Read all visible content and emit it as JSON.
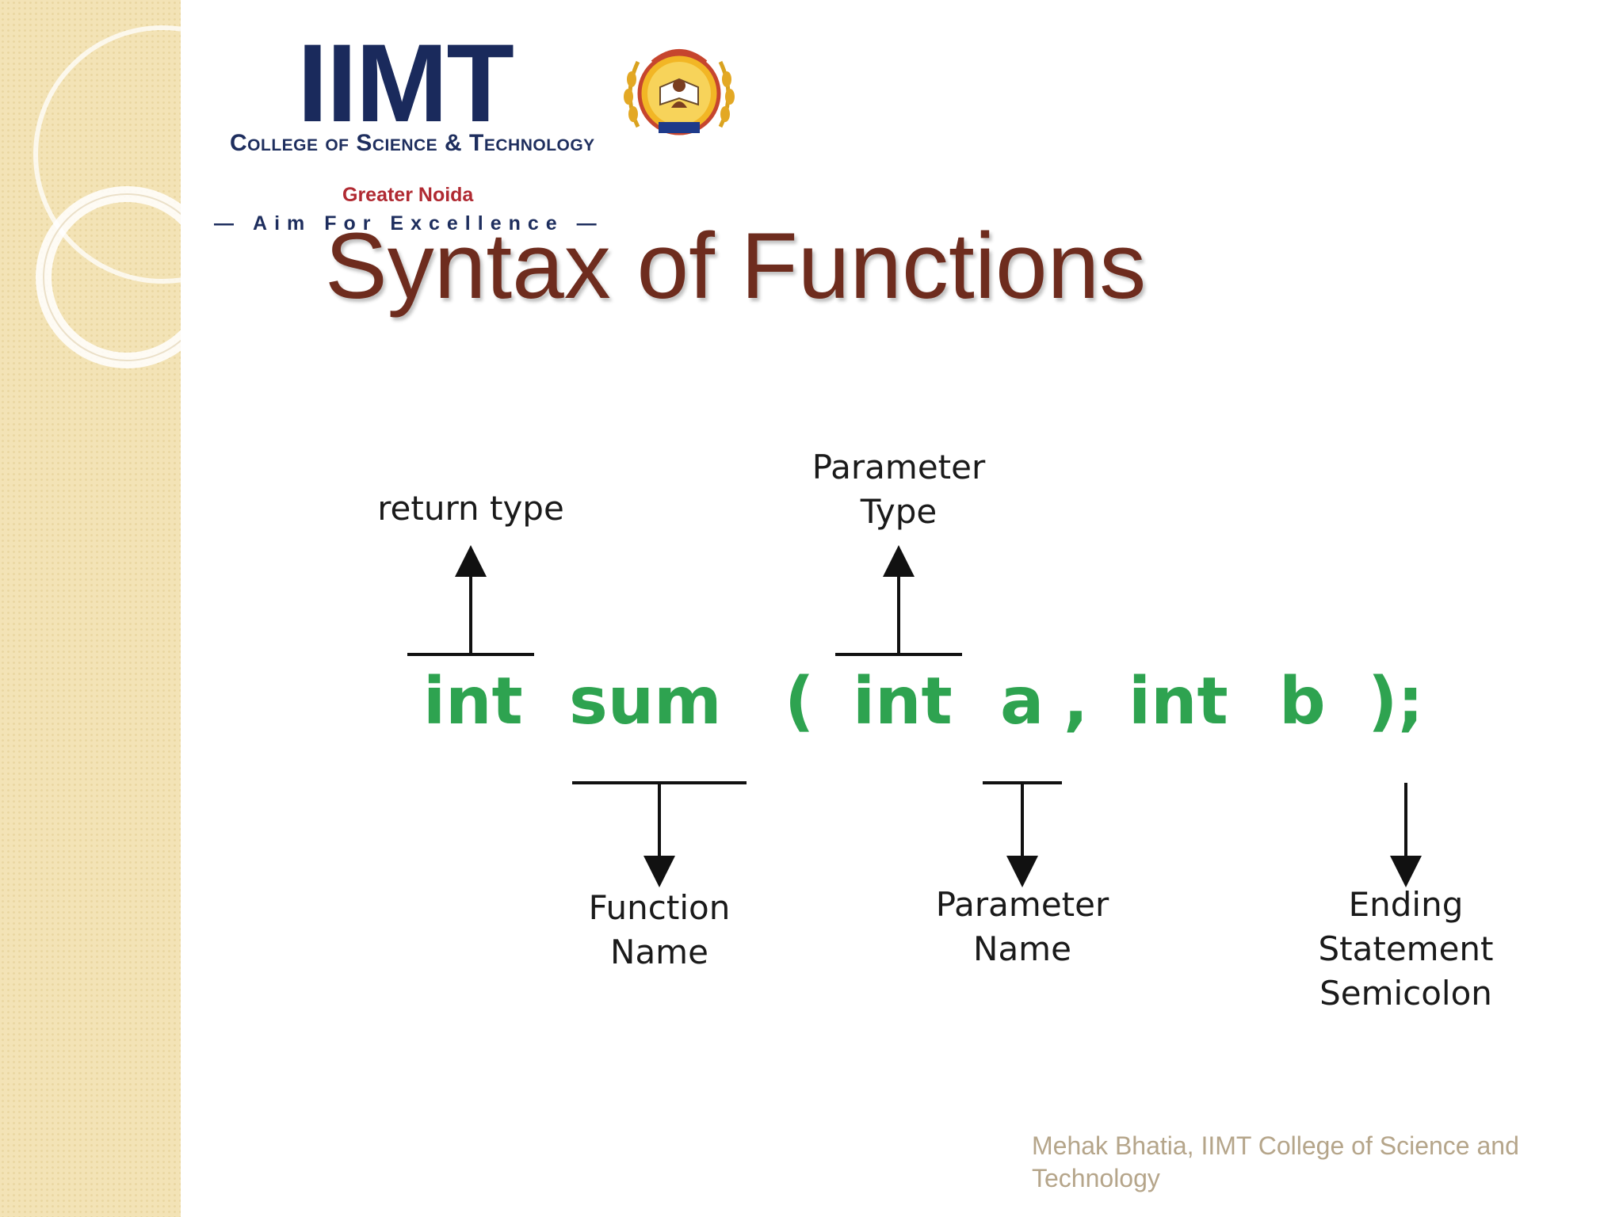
{
  "slide": {
    "title": "Syntax of Functions",
    "footer": "Mehak Bhatia, IIMT College of Science and Technology"
  },
  "logo": {
    "name": "IIMT",
    "college": "College of Science & Technology",
    "city": "Greater Noida",
    "tagline": "— Aim For Excellence —"
  },
  "diagram": {
    "code_tokens": [
      "int",
      "sum",
      "(",
      "int",
      "a",
      ",",
      "int",
      "b",
      ");"
    ],
    "labels": {
      "return_type": "return type",
      "parameter_type": "Parameter\nType",
      "function_name": "Function\nName",
      "parameter_name": "Parameter\nName",
      "ending_statement": "Ending\nStatement\nSemicolon"
    }
  },
  "colors": {
    "title": "#6e2c1e",
    "code": "#2ea350",
    "footer": "#b5a58a",
    "side_band": "#f3e3b6"
  }
}
